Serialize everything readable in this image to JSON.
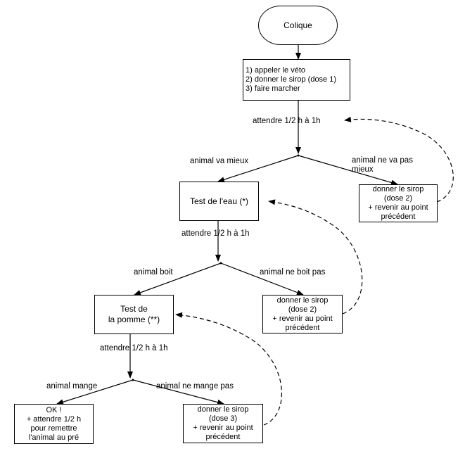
{
  "start": {
    "label": "Colique"
  },
  "step1": {
    "lines": [
      "1) appeler le véto",
      "2) donner le sirop (dose 1)",
      "3) faire marcher"
    ]
  },
  "wait1": "attendre 1/2 h à 1h",
  "branch1": {
    "better": "animal va mieux",
    "worse": "animal ne va pas mieux"
  },
  "dose2_a": {
    "lines": [
      "donner le sirop",
      "(dose 2)",
      "+ revenir au point",
      "précédent"
    ]
  },
  "water_test": {
    "label": "Test de l'eau (*)"
  },
  "wait2": "attendre 1/2 h à 1h",
  "branch2": {
    "drinks": "animal boit",
    "not_drinks": "animal ne boit pas"
  },
  "dose2_b": {
    "lines": [
      "donner le sirop",
      "(dose 2)",
      "+ revenir au point",
      "précédent"
    ]
  },
  "apple_test": {
    "lines": [
      "Test de",
      "la pomme (**)"
    ]
  },
  "wait3": "attendre 1/2 h à 1h",
  "branch3": {
    "eats": "animal mange",
    "not_eats": "animal ne mange pas"
  },
  "ok": {
    "lines": [
      "OK !",
      "+ attendre 1/2 h",
      "pour remettre",
      "l'animal au pré"
    ]
  },
  "dose3": {
    "lines": [
      "donner le sirop",
      "(dose 3)",
      "+ revenir au point",
      "précédent"
    ]
  }
}
